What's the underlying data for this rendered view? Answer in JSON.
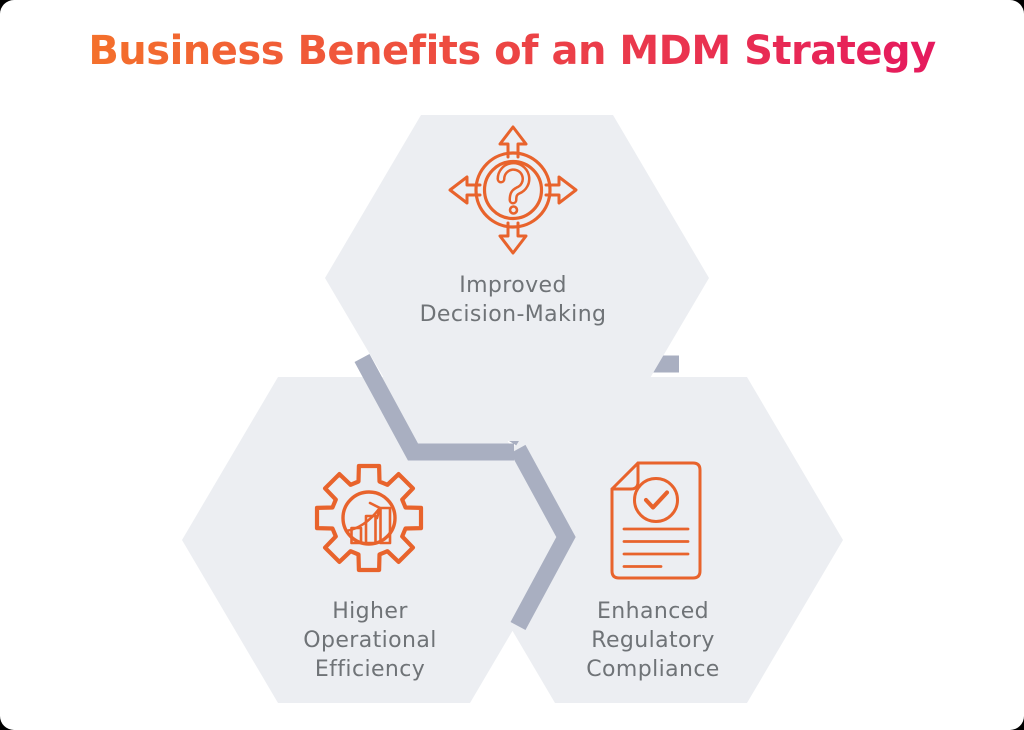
{
  "title": {
    "text": "Business Benefits of an MDM Strategy"
  },
  "hexagons": [
    {
      "name": "improved-decision-making",
      "icon": "question-mark-compass-icon",
      "label_lines": [
        "Improved",
        "Decision-Making"
      ]
    },
    {
      "name": "higher-operational-efficiency",
      "icon": "gear-growth-chart-icon",
      "label_lines": [
        "Higher",
        "Operational",
        "Efficiency"
      ]
    },
    {
      "name": "enhanced-regulatory-compliance",
      "icon": "document-checkmark-icon",
      "label_lines": [
        "Enhanced",
        "Regulatory",
        "Compliance"
      ]
    }
  ],
  "colors": {
    "hexagon_fill": "#ECEEF2",
    "connector": "#A9AFC1",
    "icon_stroke": "#E8632C",
    "label_text": "#6F7377",
    "title_gradient_from": "#F4712B",
    "title_gradient_to": "#E5195E",
    "page_corner": "#000000"
  }
}
